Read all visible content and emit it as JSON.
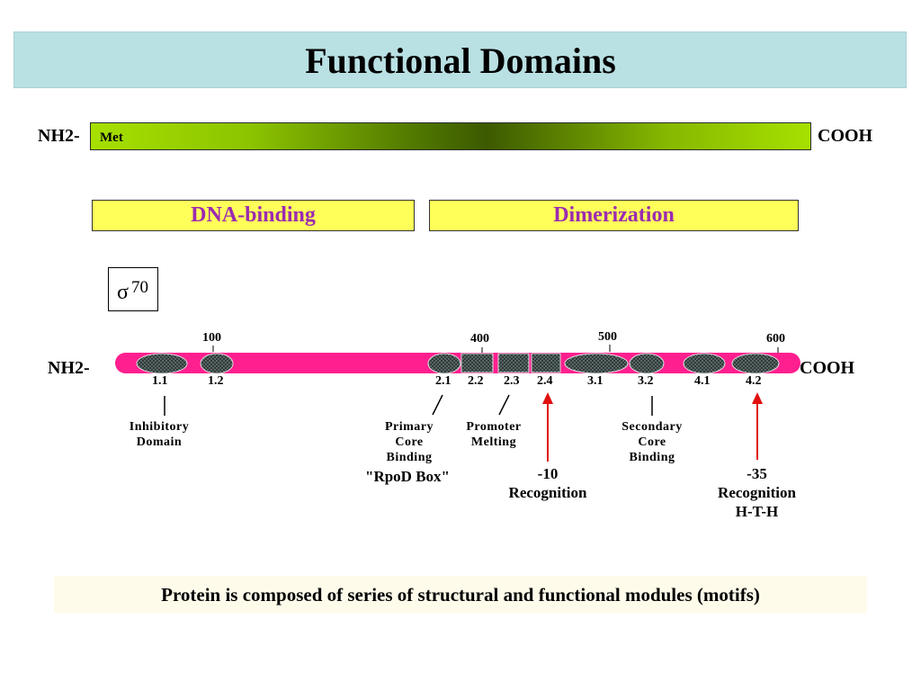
{
  "title": "Functional Domains",
  "top_bar": {
    "nh2": "NH2-",
    "cooh": "COOH",
    "met": "Met"
  },
  "domains": {
    "dna_binding": "DNA-binding",
    "dimerization": "Dimerization"
  },
  "sigma": {
    "symbol": "σ",
    "number": "70"
  },
  "protein": {
    "nh2": "NH2-",
    "cooh": "COOH",
    "ticks": [
      "100",
      "400",
      "500",
      "600"
    ],
    "regions": [
      "1.1",
      "1.2",
      "2.1",
      "2.2",
      "2.3",
      "2.4",
      "3.1",
      "3.2",
      "4.1",
      "4.2"
    ]
  },
  "annotations": {
    "inhibitory": [
      "Inhibitory",
      "Domain"
    ],
    "primary_core": [
      "Primary",
      "Core",
      "Binding"
    ],
    "rpod_box": "\"RpoD Box\"",
    "promoter_melting": [
      "Promoter",
      "Melting"
    ],
    "minus10": [
      "-10",
      "Recognition"
    ],
    "secondary_core": [
      "Secondary",
      "Core",
      "Binding"
    ],
    "minus35": [
      "-35",
      "Recognition",
      "H-T-H"
    ]
  },
  "colors": {
    "title_bg": "#b9e0e3",
    "protein_bar": "#ff1f8f",
    "domain_box": "#ffff5a",
    "domain_text": "#9b2bb0",
    "arrow": "#e01010"
  },
  "footer": "Protein is composed of series of structural and functional modules (motifs)"
}
